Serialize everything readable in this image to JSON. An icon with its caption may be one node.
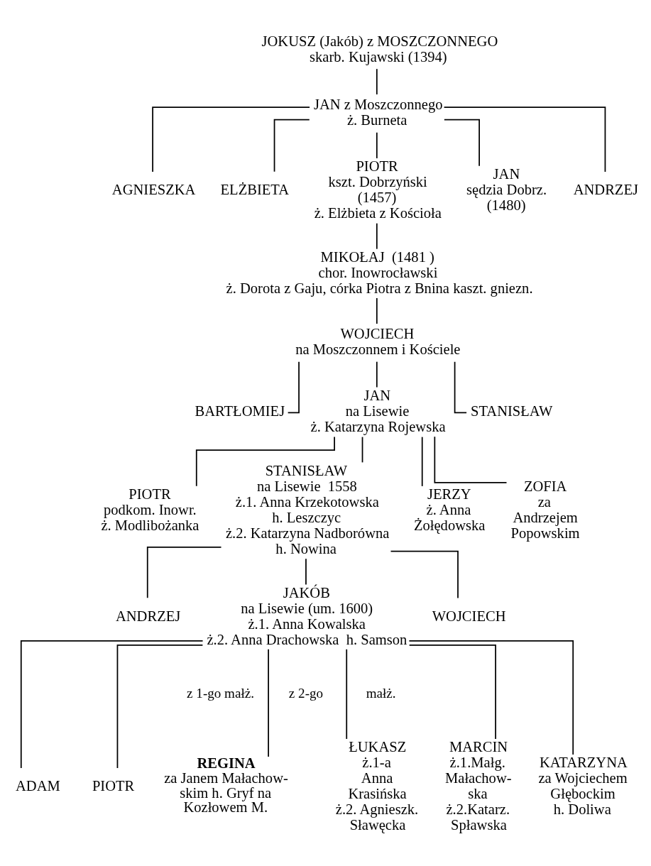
{
  "diagram": {
    "nodes": [
      {
        "text": [
          "JOKUSZ (Jakób) z MOSZCZONNEGO",
          "skarb. Kujawski (1394)"
        ]
      },
      {
        "text": [
          "JAN z Moszczonnego",
          "ż. Burneta"
        ]
      },
      {
        "text": [
          "AGNIESZKA"
        ]
      },
      {
        "text": [
          "ELŻBIETA"
        ]
      },
      {
        "text": [
          "PIOTR",
          "kszt. Dobrzyński",
          "(1457)",
          "ż. Elżbieta z Kościoła"
        ]
      },
      {
        "text": [
          "JAN",
          "sędzia Dobrz.",
          "(1480)"
        ]
      },
      {
        "text": [
          "ANDRZEJ"
        ]
      },
      {
        "text": [
          "MIKOŁAJ  (1481 )",
          "chor. Inowrocławski",
          "ż. Dorota z Gaju, córka Piotra z Bnina kaszt. gniezn."
        ]
      },
      {
        "text": [
          "WOJCIECH",
          "na Moszczonnem i Kościele"
        ]
      },
      {
        "text": [
          "BARTŁOMIEJ"
        ]
      },
      {
        "text": [
          "JAN",
          "na Lisewie",
          "ż. Katarzyna Rojewska"
        ]
      },
      {
        "text": [
          "STANISŁAW"
        ]
      },
      {
        "text": [
          "PIOTR",
          "podkom. Inowr.",
          "ż. Modlibożanka"
        ]
      },
      {
        "text": [
          "STANISŁAW",
          "na Lisewie  1558",
          "ż.1. Anna Krzekotowska",
          "h. Leszczyc",
          "ż.2. Katarzyna Nadborówna",
          "h. Nowina"
        ]
      },
      {
        "text": [
          "JERZY",
          "ż. Anna",
          "Żołędowska"
        ]
      },
      {
        "text": [
          "ZOFIA",
          "za",
          "Andrzejem",
          "Popowskim"
        ]
      },
      {
        "text": [
          "ANDRZEJ"
        ]
      },
      {
        "text": [
          "JAKÓB",
          "na Lisewie (um. 1600)",
          "ż.1. Anna Kowalska",
          "ż.2. Anna Drachowska  h. Samson"
        ]
      },
      {
        "text": [
          "WOJCIECH"
        ]
      },
      {
        "text": [
          "ADAM"
        ]
      },
      {
        "text": [
          "PIOTR"
        ]
      },
      {
        "text": [
          "**REGINA**",
          "za Janem Małachow-",
          "skim h. Gryf na",
          "Kozłowem M."
        ]
      },
      {
        "text": [
          "ŁUKASZ",
          "ż.1-a",
          "Anna",
          "Krasińska",
          "ż.2. Agnieszk.",
          "Sławęcka"
        ]
      },
      {
        "text": [
          "MARCIN",
          "ż.1.Małg.",
          "Małachow-",
          "ska",
          "ż.2.Katarz.",
          "Spławska"
        ]
      },
      {
        "text": [
          "KATARZYNA",
          "za Wojciechem",
          "Głębockim",
          "h. Doliwa"
        ]
      }
    ],
    "edges": [
      {
        "from": 0,
        "to": 1,
        "arrow": "none"
      },
      {
        "from": 1,
        "to": 2,
        "arrow": "none"
      },
      {
        "from": 1,
        "to": 3,
        "arrow": "none"
      },
      {
        "from": 1,
        "to": 4,
        "arrow": "none"
      },
      {
        "from": 1,
        "to": 5,
        "arrow": "none"
      },
      {
        "from": 1,
        "to": 6,
        "arrow": "none"
      },
      {
        "from": 4,
        "to": 7,
        "arrow": "none"
      },
      {
        "from": 7,
        "to": 8,
        "arrow": "none"
      },
      {
        "from": 8,
        "to": 9,
        "arrow": "none"
      },
      {
        "from": 8,
        "to": 10,
        "arrow": "none"
      },
      {
        "from": 8,
        "to": 11,
        "arrow": "none"
      },
      {
        "from": 10,
        "to": 12,
        "arrow": "none"
      },
      {
        "from": 10,
        "to": 13,
        "arrow": "none"
      },
      {
        "from": 10,
        "to": 14,
        "arrow": "none"
      },
      {
        "from": 10,
        "to": 15,
        "arrow": "none"
      },
      {
        "from": 13,
        "to": 16,
        "arrow": "none"
      },
      {
        "from": 13,
        "to": 17,
        "arrow": "none"
      },
      {
        "from": 13,
        "to": 18,
        "arrow": "none"
      },
      {
        "from": 17,
        "to": 19,
        "arrow": "none"
      },
      {
        "from": 17,
        "to": 20,
        "arrow": "none"
      },
      {
        "from": 17,
        "to": 21,
        "arrow": "none"
      },
      {
        "from": 17,
        "to": 22,
        "arrow": "none"
      },
      {
        "from": 17,
        "to": 23,
        "arrow": "none"
      },
      {
        "from": 17,
        "to": 24,
        "arrow": "none"
      }
    ],
    "labels": [
      "z 1-go małż.",
      "z 2-go",
      "małż."
    ]
  }
}
